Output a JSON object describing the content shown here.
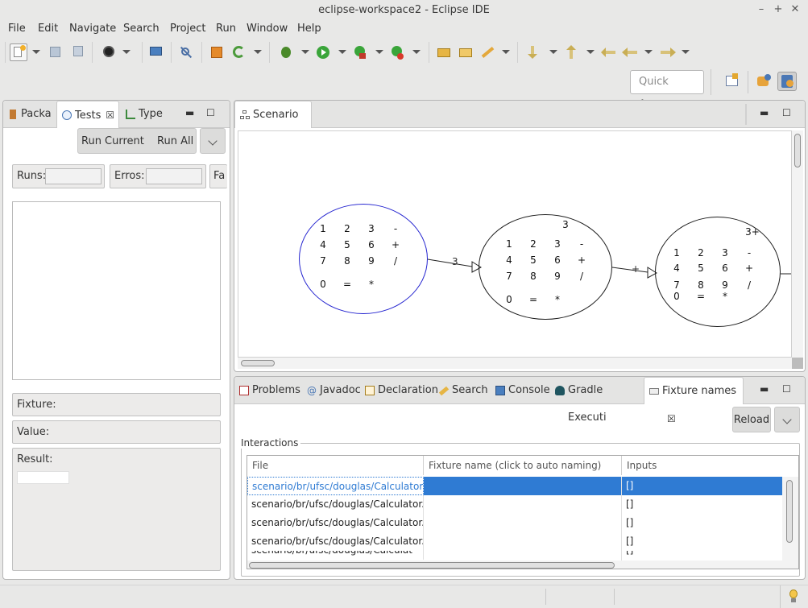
{
  "window": {
    "title": "eclipse-workspace2 - Eclipse IDE",
    "controls": [
      "–",
      "+",
      "✕"
    ]
  },
  "menu": [
    "File",
    "Edit",
    "Navigate",
    "Search",
    "Project",
    "Run",
    "Window",
    "Help"
  ],
  "quick_access": {
    "placeholder": "Quick Acce..."
  },
  "left_panel": {
    "tabs": [
      {
        "label": "Packa",
        "icon": "package-explorer-icon"
      },
      {
        "label": "Tests",
        "icon": "tests-icon",
        "active": true
      },
      {
        "label": "Type",
        "icon": "type-hierarchy-icon"
      }
    ],
    "run_current": "Run Current",
    "run_all": "Run All",
    "runs_label": "Runs:",
    "errors_label": "Erros:",
    "failures_label": "Fa",
    "fixture_label": "Fixture:",
    "value_label": "Value:",
    "result_label": "Result:"
  },
  "scenario_panel": {
    "tab_label": "Scenario",
    "nodes": [
      {
        "label": "",
        "keys": [
          "1",
          "2",
          "3",
          "-",
          "4",
          "5",
          "6",
          "+",
          "7",
          "8",
          "9",
          "/",
          "0",
          "=",
          "*"
        ]
      },
      {
        "label": "3",
        "keys": [
          "1",
          "2",
          "3",
          "-",
          "4",
          "5",
          "6",
          "+",
          "7",
          "8",
          "9",
          "/",
          "0",
          "=",
          "*"
        ]
      },
      {
        "label": "3+",
        "keys": [
          "1",
          "2",
          "3",
          "-",
          "4",
          "5",
          "6",
          "+",
          "7",
          "8",
          "9",
          "/",
          "0",
          "=",
          "*"
        ]
      }
    ],
    "edges": [
      "3",
      "+"
    ]
  },
  "bottom_panel": {
    "tabs": [
      {
        "label": "Problems",
        "icon": "problems-icon"
      },
      {
        "label": "Javadoc",
        "icon": "javadoc-icon"
      },
      {
        "label": "Declaration",
        "icon": "declaration-icon"
      },
      {
        "label": "Search",
        "icon": "search-icon"
      },
      {
        "label": "Console",
        "icon": "console-icon"
      },
      {
        "label": "Gradle Executi",
        "icon": "gradle-icon"
      },
      {
        "label": "Fixture names",
        "icon": "fixture-names-icon",
        "active": true
      }
    ],
    "reload": "Reload",
    "group_label": "Interactions",
    "columns": [
      "File",
      "Fixture name (click to auto naming)",
      "Inputs"
    ],
    "rows": [
      {
        "file": "scenario/br/ufsc/douglas/Calculator.us",
        "fixture": "",
        "inputs": "[]",
        "selected": true
      },
      {
        "file": "scenario/br/ufsc/douglas/Calculator.us",
        "fixture": "",
        "inputs": "[]"
      },
      {
        "file": "scenario/br/ufsc/douglas/Calculator.us",
        "fixture": "",
        "inputs": "[]"
      },
      {
        "file": "scenario/br/ufsc/douglas/Calculator.us",
        "fixture": "",
        "inputs": "[]"
      },
      {
        "file": "scenario/br/ufsc/douglas/Calculat",
        "fixture": "",
        "inputs": "[]"
      }
    ]
  },
  "colors": {
    "selection": "#2f7bd3",
    "selected_node_border": "#2626d0"
  }
}
